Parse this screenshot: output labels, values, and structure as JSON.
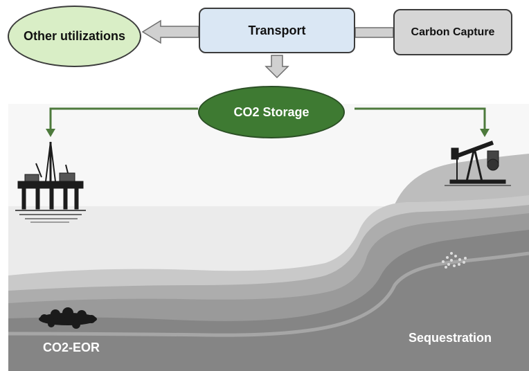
{
  "nodes": {
    "transport": "Transport",
    "carbon_capture": "Carbon Capture",
    "other_utilizations": "Other utilizations",
    "co2_storage": "CO2 Storage"
  },
  "labels": {
    "co2_eor": "CO2-EOR",
    "sequestration": "Sequestration"
  },
  "icons": [
    "offshore-oil-rig-icon",
    "pumpjack-icon",
    "oil-reservoir-icon",
    "co2-plume-icon"
  ],
  "colors": {
    "transport_fill": "#dae7f4",
    "carbon_fill": "#d6d6d6",
    "other_fill": "#d9eec6",
    "storage_fill": "#3e7a32",
    "flow_arrow": "#4d7a3c",
    "grey_arrow": "#d0d0d0"
  }
}
